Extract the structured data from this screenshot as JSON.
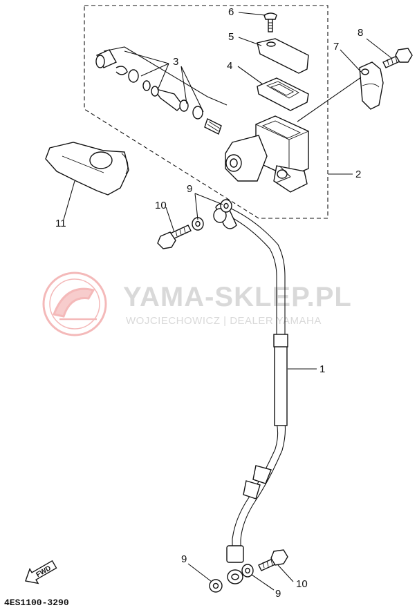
{
  "watermark": {
    "title": "YAMA-SKLEP.PL",
    "subtitle": "WOJCIECHOWICZ | DEALER YAMAHA"
  },
  "diagram_code": "4ES1100-3290",
  "fwd_label": "FWD",
  "callouts": {
    "c1": "1",
    "c2": "2",
    "c3": "3",
    "c4": "4",
    "c5": "5",
    "c6": "6",
    "c7": "7",
    "c8": "8",
    "c9a": "9",
    "c9b": "9",
    "c9c": "9",
    "c10a": "10",
    "c10b": "10",
    "c11": "11"
  },
  "colors": {
    "line": "#111111",
    "watermark_logo": "#f4b9b9",
    "watermark_text": "#d9d9d9"
  }
}
